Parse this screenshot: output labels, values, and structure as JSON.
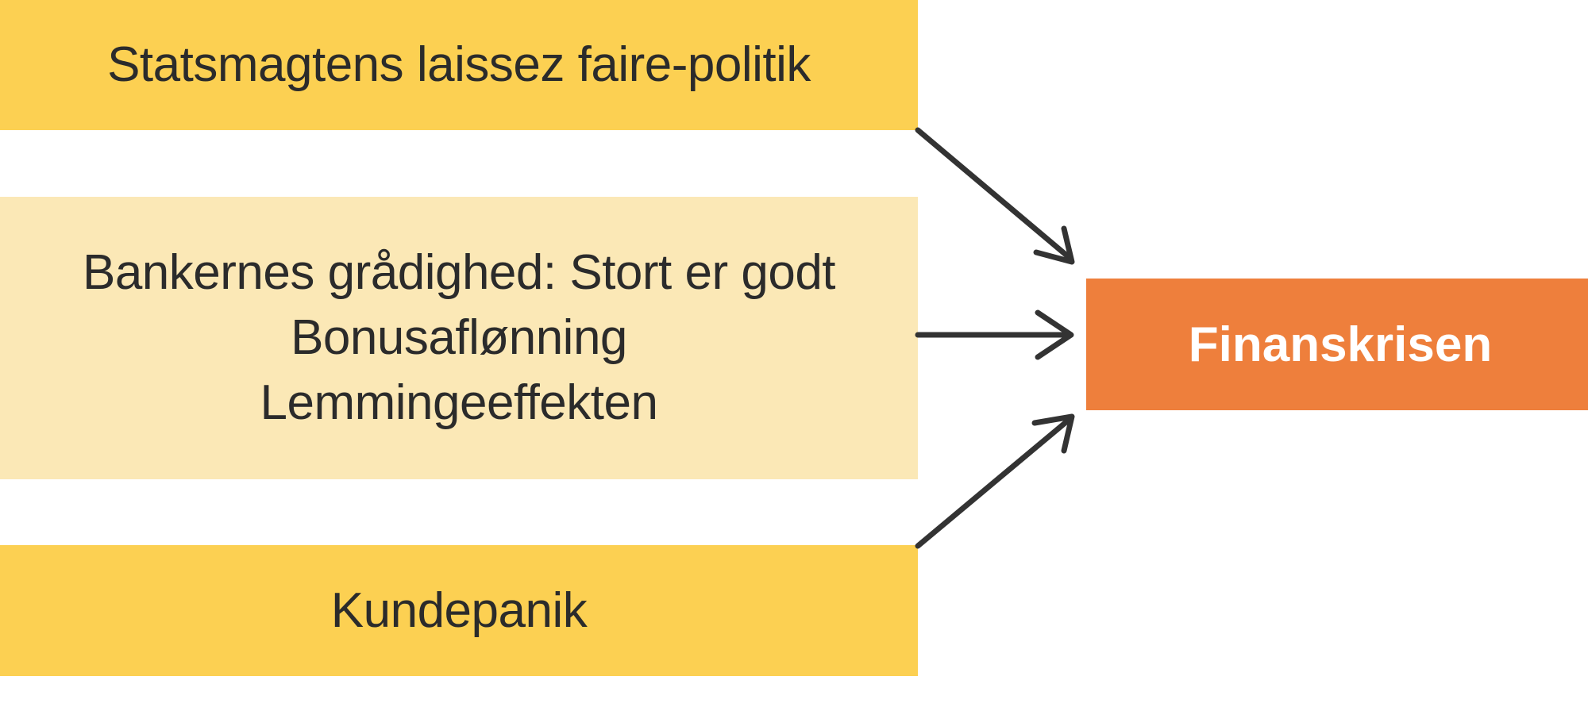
{
  "diagram": {
    "type": "cause-effect-flow",
    "title_text": "",
    "background_color": "#ffffff",
    "causes": [
      {
        "id": "policy",
        "label": "Statsmagtens laissez faire-politik",
        "fill_color": "#fcd052",
        "text_color": "#2b2b2b"
      },
      {
        "id": "banks",
        "label": "Bankernes grådighed: Stort er godt\nBonusaflønning\nLemmingeeffekten",
        "fill_color": "#fbe8b6",
        "text_color": "#2b2b2b"
      },
      {
        "id": "panic",
        "label": "Kundepanik",
        "fill_color": "#fcd052",
        "text_color": "#2b2b2b"
      }
    ],
    "effect": {
      "id": "crisis",
      "label": "Finanskrisen",
      "fill_color": "#ee7f3c",
      "text_color": "#ffffff"
    },
    "connectors": [
      {
        "id": "policy-to-crisis",
        "from": "policy",
        "to": "crisis",
        "style": "open-arrow",
        "color": "#333333"
      },
      {
        "id": "banks-to-crisis",
        "from": "banks",
        "to": "crisis",
        "style": "open-arrow",
        "color": "#333333"
      },
      {
        "id": "panic-to-crisis",
        "from": "panic",
        "to": "crisis",
        "style": "open-arrow",
        "color": "#333333"
      }
    ]
  }
}
